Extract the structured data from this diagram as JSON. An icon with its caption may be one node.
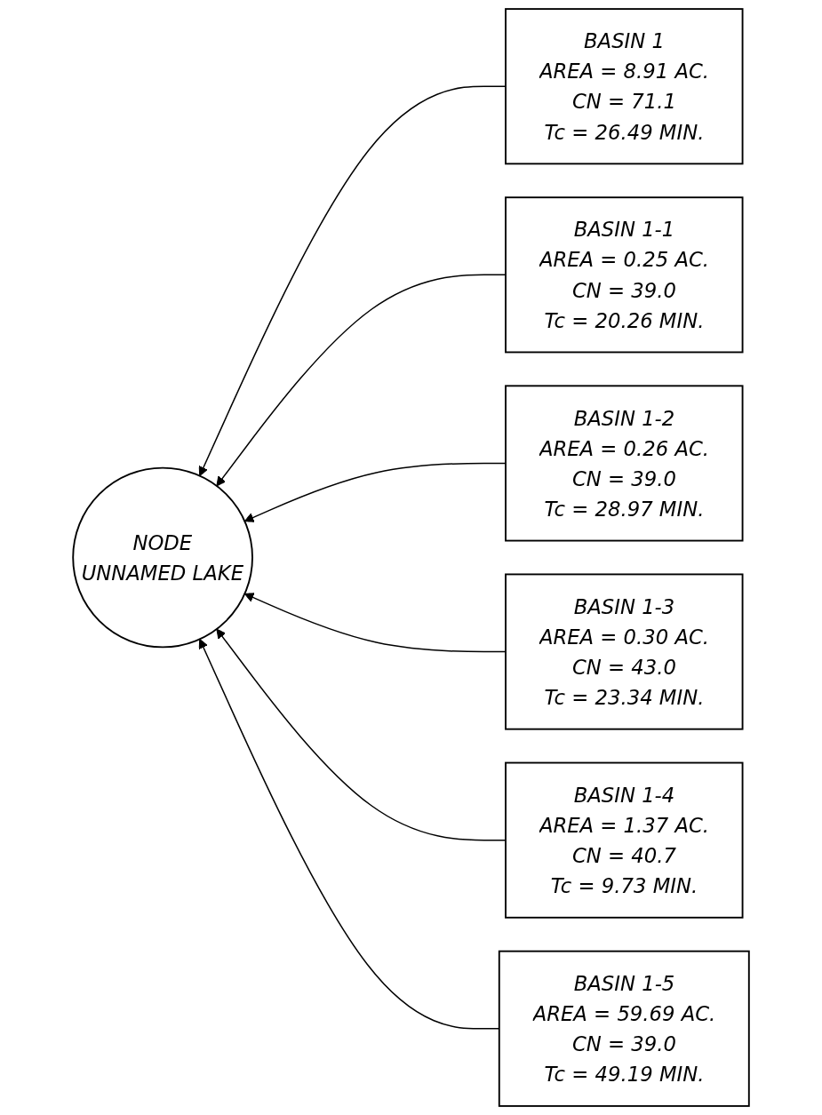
{
  "diagram": {
    "nodes": [
      {
        "text": [
          "NODE",
          "UNNAMED LAKE"
        ]
      },
      {
        "text": [
          "BASIN 1",
          "AREA = 8.91 AC.",
          "CN = 71.1",
          "Tc = 26.49 MIN."
        ]
      },
      {
        "text": [
          "BASIN 1-1",
          "AREA = 0.25 AC.",
          "CN = 39.0",
          "Tc = 20.26 MIN."
        ]
      },
      {
        "text": [
          "BASIN 1-2",
          "AREA = 0.26 AC.",
          "CN = 39.0",
          "Tc = 28.97 MIN."
        ]
      },
      {
        "text": [
          "BASIN 1-3",
          "AREA = 0.30 AC.",
          "CN = 43.0",
          "Tc = 23.34 MIN."
        ]
      },
      {
        "text": [
          "BASIN 1-4",
          "AREA = 1.37 AC.",
          "CN = 40.7",
          "Tc = 9.73 MIN."
        ]
      },
      {
        "text": [
          "BASIN 1-5",
          "AREA = 59.69 AC.",
          "CN = 39.0",
          "Tc = 49.19 MIN."
        ]
      }
    ],
    "edges": [
      {
        "from": 1,
        "to": 0,
        "arrow": "to"
      },
      {
        "from": 2,
        "to": 0,
        "arrow": "to"
      },
      {
        "from": 3,
        "to": 0,
        "arrow": "to"
      },
      {
        "from": 4,
        "to": 0,
        "arrow": "to"
      },
      {
        "from": 5,
        "to": 0,
        "arrow": "to"
      },
      {
        "from": 6,
        "to": 0,
        "arrow": "to"
      }
    ]
  }
}
